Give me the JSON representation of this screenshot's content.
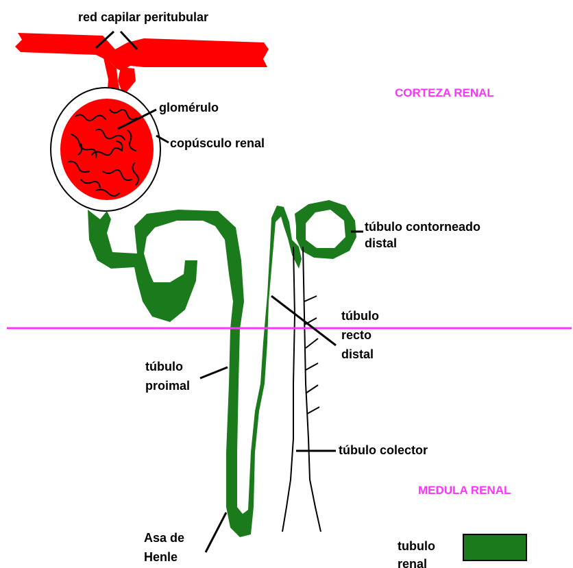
{
  "colors": {
    "blood": "#ff0000",
    "tubule": "#1b7a1b",
    "zone_text": "#ff33ff",
    "boundary_line": "#ff33ff",
    "outline": "#000000"
  },
  "labels": {
    "capillary_network": "red capilar peritubular",
    "glomerulus": "glomérulo",
    "renal_corpuscle": "copúsculo renal",
    "distal_convoluted_1": "túbulo contorneado",
    "distal_convoluted_2": "distal",
    "distal_straight_1": "túbulo",
    "distal_straight_2": "recto",
    "distal_straight_3": "distal",
    "proximal_1": "túbulo",
    "proximal_2": "proimal",
    "collecting_duct": "túbulo colector",
    "loop_henle_1": "Asa de",
    "loop_henle_2": "Henle"
  },
  "zones": {
    "cortex": "CORTEZA RENAL",
    "medulla": "MEDULA RENAL"
  },
  "legend": {
    "label_1": "tubulo",
    "label_2": "renal",
    "swatch_color": "#1b7a1b"
  }
}
